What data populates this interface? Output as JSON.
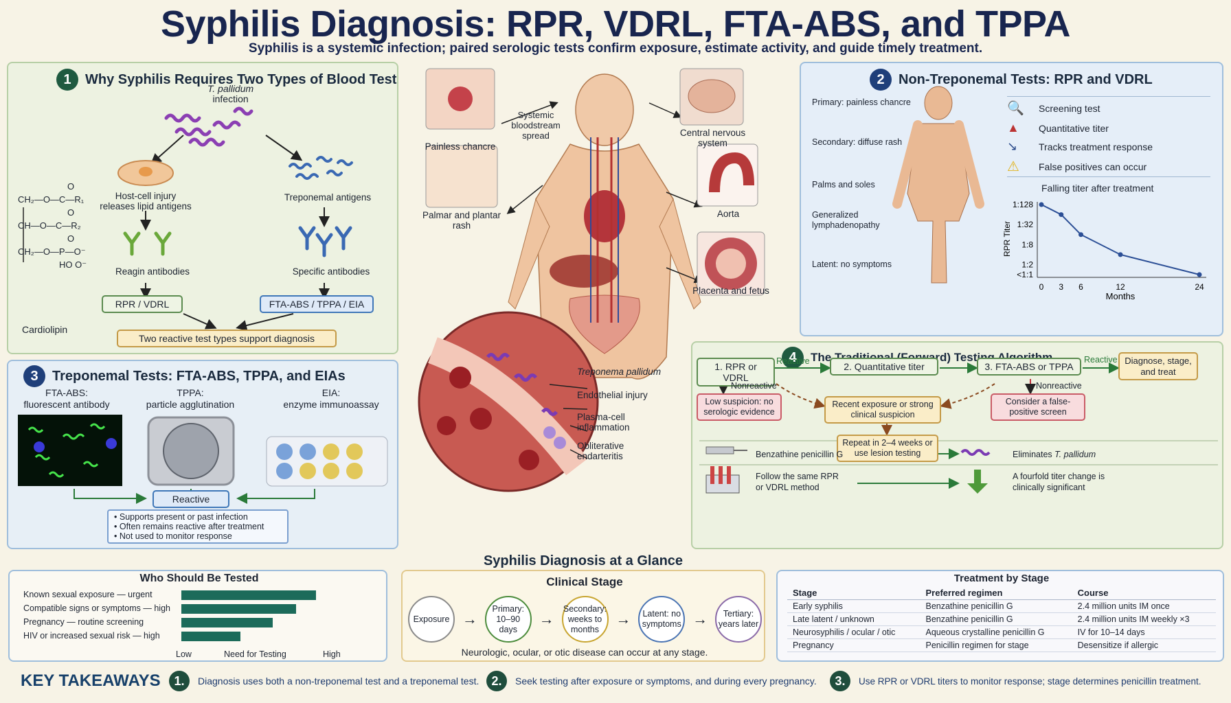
{
  "header": {
    "title": "Syphilis Diagnosis: RPR, VDRL, FTA-ABS, and TPPA",
    "subtitle": "Syphilis is a systemic infection; paired serologic tests confirm exposure, estimate activity, and guide timely treatment."
  },
  "panel1": {
    "number": "1",
    "title": "Why Syphilis Requires Two Types of Blood Test",
    "organism": "T. pallidum",
    "organism_suffix": "infection",
    "host_injury": "Host-cell injury releases lipid antigens",
    "trep_antigens": "Treponemal antigens",
    "reagin": "Reagin antibodies",
    "specific": "Specific antibodies",
    "left_test": "RPR / VDRL",
    "right_test": "FTA-ABS / TPPA / EIA",
    "bottom": "Two reactive test types support diagnosis",
    "cardiolipin": "Cardiolipin",
    "formula": {
      "row1": "CH₂—O—C—R₁",
      "row2": "CH—O—C—R₂",
      "row3": "CH₂—O—P—O⁻",
      "o": "O",
      "bottom": "HO  O⁻"
    }
  },
  "center": {
    "chancre": "Painless chancre",
    "systemic": "Systemic bloodstream spread",
    "cns": "Central nervous system",
    "palmar": "Palmar and plantar rash",
    "aorta": "Aorta",
    "placenta": "Placenta and fetus",
    "labels": [
      "Treponema pallidum",
      "Endothelial injury",
      "Plasma-cell inflammation",
      "Obliterative endarteritis"
    ]
  },
  "panel2": {
    "number": "2",
    "title": "Non-Treponemal Tests: RPR and VDRL",
    "body_labels": [
      "Primary: painless chancre",
      "Secondary: diffuse rash",
      "Palms and soles",
      "Generalized lymphadenopathy",
      "Latent: no symptoms"
    ],
    "features": [
      {
        "icon": "magnifier-icon",
        "label": "Screening test"
      },
      {
        "icon": "test-tube-icon",
        "label": "Quantitative titer"
      },
      {
        "icon": "trend-chart-icon",
        "label": "Tracks treatment response"
      },
      {
        "icon": "warning-icon",
        "label": "False positives can occur"
      }
    ],
    "chart_title": "Falling titer after treatment"
  },
  "chart_data": {
    "type": "line",
    "title": "Falling titer after treatment",
    "xlabel": "Months",
    "ylabel": "RPR Titer",
    "x_ticks": [
      "0",
      "3",
      "6",
      "12",
      "24"
    ],
    "y_ticks": [
      "1:128",
      "1:32",
      "1:8",
      "1:2",
      "<1:1"
    ],
    "series": [
      {
        "x": [
          "0",
          "3",
          "6",
          "12",
          "24"
        ],
        "values": [
          128,
          64,
          16,
          4,
          1
        ]
      }
    ]
  },
  "panel3": {
    "number": "3",
    "title": "Treponemal Tests: FTA-ABS, TPPA, and EIAs",
    "tests": [
      {
        "name": "FTA-ABS:",
        "desc": "fluorescent antibody"
      },
      {
        "name": "TPPA:",
        "desc": "particle agglutination"
      },
      {
        "name": "EIA:",
        "desc": "enzyme immunoassay"
      }
    ],
    "result": "Reactive",
    "bullets": [
      "Supports present or past infection",
      "Often remains reactive after treatment",
      "Not used to monitor response"
    ]
  },
  "panel4": {
    "number": "4",
    "title": "The Traditional (Forward) Testing Algorithm",
    "step1": "1. RPR or VDRL",
    "step2": "2. Quantitative titer",
    "step3": "3. FTA-ABS or TPPA",
    "final": "Diagnose, stage, and treat",
    "reactive1": "Reactive",
    "reactive2": "Reactive",
    "nonreactive1": "Nonreactive",
    "nonreactive2": "Nonreactive",
    "low": "Low suspicion: no serologic evidence",
    "recent": "Recent exposure or strong clinical suspicion",
    "repeat": "Repeat in 2–4 weeks or use lesion testing",
    "fp": "Consider a false-positive screen",
    "treat_left": "Benzathine penicillin G",
    "treat_right_prefix": "Eliminates ",
    "treat_right_ital": "T. pallidum",
    "follow_left": "Follow the same RPR or VDRL method",
    "follow_right": "A fourfold titer change is clinically significant"
  },
  "glance": {
    "title": "Syphilis Diagnosis at a Glance"
  },
  "who": {
    "title": "Who Should Be Tested",
    "rows": [
      {
        "label": "Known sexual exposure — urgent",
        "level": 1.0
      },
      {
        "label": "Compatible signs or symptoms — high",
        "level": 0.85
      },
      {
        "label": "Pregnancy — routine screening",
        "level": 0.68
      },
      {
        "label": "HIV or increased sexual risk — high",
        "level": 0.44
      }
    ],
    "axis_low": "Low",
    "axis_mid": "Need for Testing",
    "axis_high": "High"
  },
  "stages": {
    "title": "Clinical Stage",
    "items": [
      {
        "label": "Exposure",
        "color": "#8a8a8a"
      },
      {
        "label": "Primary: 10–90 days",
        "color": "#4c8c3c"
      },
      {
        "label": "Secondary: weeks to months",
        "color": "#c8a530"
      },
      {
        "label": "Latent: no symptoms",
        "color": "#4a74b3"
      },
      {
        "label": "Tertiary: years later",
        "color": "#8a6aa8"
      }
    ],
    "note": "Neurologic, ocular, or otic disease can occur at any stage."
  },
  "treatment": {
    "title": "Treatment by Stage",
    "headers": [
      "Stage",
      "Preferred regimen",
      "Course"
    ],
    "rows": [
      [
        "Early syphilis",
        "Benzathine penicillin G",
        "2.4 million units IM once"
      ],
      [
        "Late latent / unknown",
        "Benzathine penicillin G",
        "2.4 million units IM weekly ×3"
      ],
      [
        "Neurosyphilis / ocular / otic",
        "Aqueous crystalline penicillin G",
        "IV for 10–14 days"
      ],
      [
        "Pregnancy",
        "Penicillin regimen for stage",
        "Desensitize if allergic"
      ]
    ]
  },
  "takeaways": {
    "title": "KEY TAKEAWAYS",
    "items": [
      {
        "num": "1.",
        "text": "Diagnosis uses both a non-treponemal test and a treponemal test."
      },
      {
        "num": "2.",
        "text": "Seek testing after exposure or symptoms, and during every pregnancy."
      },
      {
        "num": "3.",
        "text": "Use RPR or VDRL titers to monitor response; stage determines penicillin treatment."
      }
    ]
  }
}
